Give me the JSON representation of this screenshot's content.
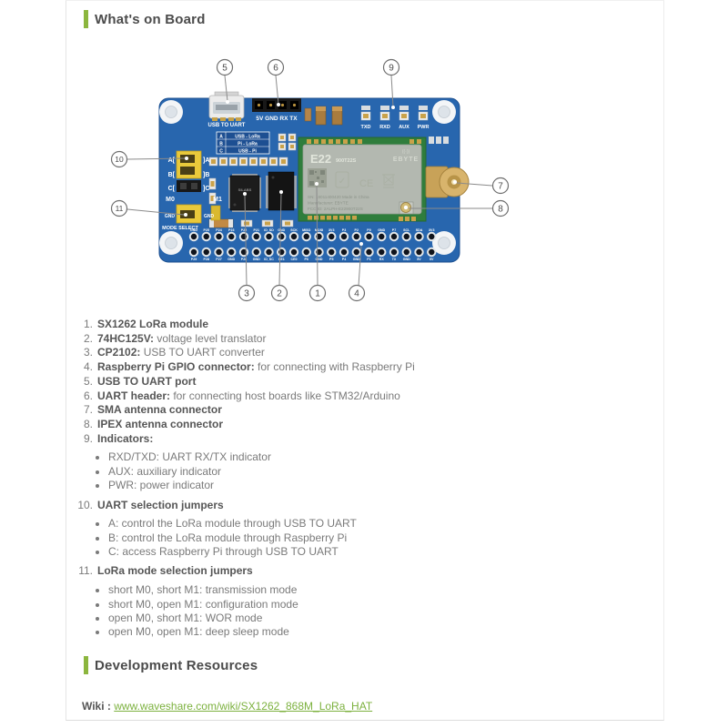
{
  "colors": {
    "accent_green": "#8cb63e",
    "link_green": "#7cb13e",
    "pcb_blue": "#2866ae",
    "jumper_yellow": "#e9c93b",
    "module_green": "#2f7d3c",
    "shield_gray": "#b3b8b0",
    "gold": "#c9a24a"
  },
  "header1": {
    "title": "What's on Board"
  },
  "header2": {
    "title": "Development Resources"
  },
  "wiki": {
    "label": "Wiki :",
    "link": "www.waveshare.com/wiki/SX1262_868M_LoRa_HAT"
  },
  "list": {
    "items": [
      {
        "num": "1.",
        "bold": "SX1262 LoRa module",
        "rest": ""
      },
      {
        "num": "2.",
        "bold": "74HC125V:",
        "rest": "voltage level translator"
      },
      {
        "num": "3.",
        "bold": "CP2102:",
        "rest": "USB TO UART converter"
      },
      {
        "num": "4.",
        "bold": "Raspberry Pi GPIO connector:",
        "rest": "for connecting with Raspberry Pi"
      },
      {
        "num": "5.",
        "bold": "USB TO UART port",
        "rest": ""
      },
      {
        "num": "6.",
        "bold": "UART header:",
        "rest": "for connecting host boards like STM32/Arduino"
      },
      {
        "num": "7.",
        "bold": "SMA antenna connector",
        "rest": ""
      },
      {
        "num": "8.",
        "bold": "IPEX antenna connector",
        "rest": ""
      },
      {
        "num": "9.",
        "bold": "Indicators:",
        "rest": "",
        "bullets": [
          "RXD/TXD: UART RX/TX indicator",
          "AUX: auxiliary indicator",
          "PWR: power indicator"
        ]
      },
      {
        "num": "10.",
        "bold": "UART selection jumpers",
        "rest": "",
        "bullets": [
          "A: control the LoRa module through USB TO UART",
          "B: control the LoRa module through Raspberry Pi",
          "C: access Raspberry Pi through USB TO UART"
        ]
      },
      {
        "num": "11.",
        "bold": "LoRa mode selection jumpers",
        "rest": "",
        "bullets": [
          "short M0, short M1: transmission mode",
          "short M0, open M1: configuration mode",
          "open M0, short M1: WOR mode",
          "open M0, open M1: deep sleep mode"
        ]
      }
    ]
  },
  "board": {
    "silkscreen": {
      "usb_label": "USB TO UART",
      "uart_header": "5V GND RX TX",
      "led_labels": [
        "TXD",
        "RXD",
        "AUX",
        "PWR"
      ],
      "legend_letters": [
        "A",
        "B",
        "C"
      ],
      "legend_values": [
        "USB - LoRa",
        "Pi - LoRa",
        "USB - Pi"
      ],
      "jumper_left": [
        "A[",
        "B[",
        "C["
      ],
      "jumper_right": [
        "]A",
        "]B",
        "]C"
      ],
      "m0": "M0",
      "m1": "M1",
      "gnd_left": "GND",
      "gnd_right": "GND",
      "mode_select": "MODE SELECT",
      "gpio_top": [
        "GND",
        "P25",
        "P24",
        "P23",
        "P22",
        "P21",
        "ID_SD",
        "GND",
        "SCK",
        "MISO",
        "MOSI",
        "3V3",
        "P3",
        "P2",
        "P0",
        "GND",
        "P7",
        "SCL",
        "SDA",
        "3V3"
      ],
      "gpio_bottom": [
        "P29",
        "P28",
        "P27",
        "GND",
        "P26",
        "GND",
        "ID_SC",
        "CE1",
        "CE0",
        "P6",
        "GND",
        "P5",
        "P4",
        "GND",
        "P1",
        "RX",
        "TX",
        "GND",
        "5V",
        "5V"
      ]
    },
    "module": {
      "name": "E22",
      "variant": "900T22S",
      "antenna_glyph": "((·))",
      "brand": "EBYTE",
      "sn": "SN: 18011400420  Made in China",
      "mfr": "Manufacturer: EBYTE",
      "fcc": "FCC ID: 2ALPH-E22900T22S",
      "ce": "CE",
      "check": "✓"
    },
    "callouts": [
      "1",
      "2",
      "3",
      "4",
      "5",
      "6",
      "7",
      "8",
      "9",
      "10",
      "11"
    ]
  }
}
